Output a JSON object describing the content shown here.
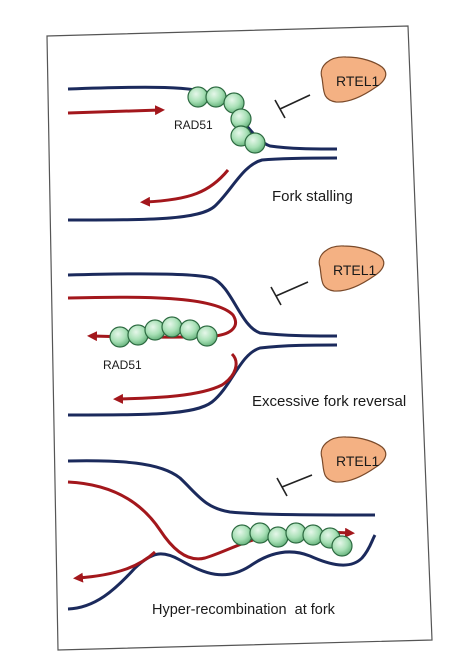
{
  "panels": [
    {
      "id": "stalling",
      "caption": "Fork stalling",
      "protein_label": "RAD51",
      "inhibitor_label": "RTEL1"
    },
    {
      "id": "reversal",
      "caption": "Excessive fork reversal",
      "protein_label": "RAD51",
      "inhibitor_label": "RTEL1"
    },
    {
      "id": "hyperrecombination",
      "caption": "Hyper-recombination  at fork",
      "inhibitor_label": "RTEL1"
    }
  ],
  "colors": {
    "parental_strand": "#1b2a5c",
    "nascent_strand": "#a3171c",
    "rad51_fill": "#9fdcae",
    "rad51_stroke": "#2e6b42",
    "rtel1_fill": "#f4b183",
    "rtel1_stroke": "#7a4a2a"
  }
}
